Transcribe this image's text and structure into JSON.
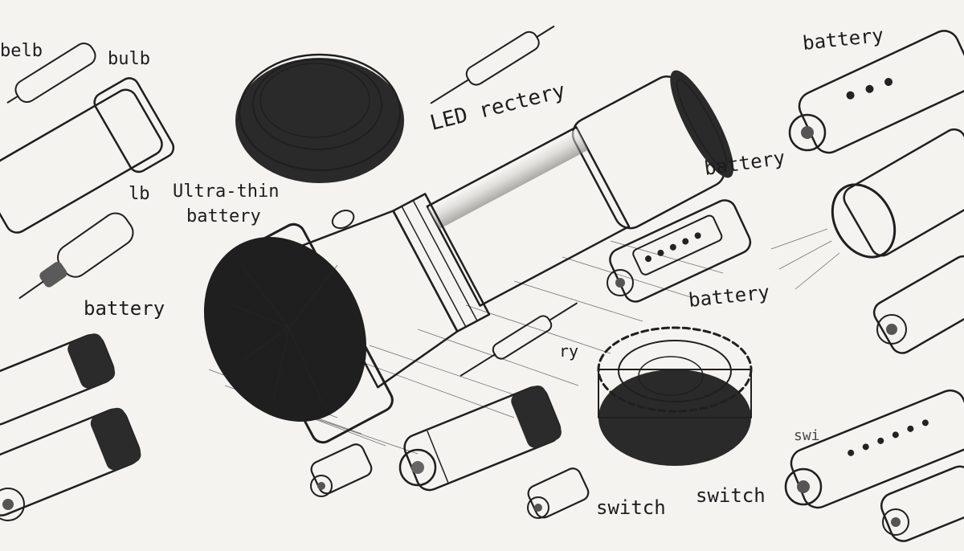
{
  "labels": {
    "belb": "belb",
    "bulb": "bulb",
    "lb": "lb",
    "ultra_thin": "Ultra-thin",
    "ultra_battery": "battery",
    "battery_left": "battery",
    "led": "LED rectery",
    "battery_mid": "battery",
    "battery_top_right": "battery",
    "battery_mid_right": "battery",
    "ry": "ry",
    "switch_1": "switch",
    "switch_2": "switch",
    "swi": "swi"
  },
  "colors": {
    "background": "#f4f3f0",
    "ink": "#1f1f1f"
  }
}
